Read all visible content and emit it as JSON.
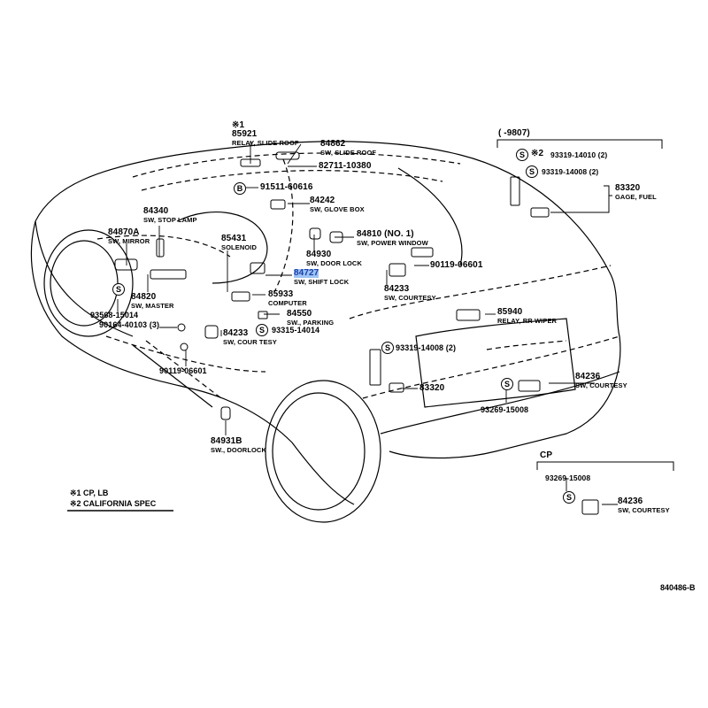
{
  "figure_id": "840486-B",
  "legend": {
    "note1": "※1 CP, LB",
    "note2": "※2 CALIFORNIA SPEC"
  },
  "selected_part": "84727",
  "insets": {
    "fuel_gage": {
      "range_label": "(       -9807)",
      "parts": [
        {
          "symbol": "S",
          "mark": "※2",
          "number": "93319-14010 (2)"
        },
        {
          "symbol": "S",
          "number": "93319-14008 (2)"
        },
        {
          "number": "83320",
          "desc": "GAGE, FUEL"
        }
      ]
    },
    "cp": {
      "title": "CP",
      "parts": [
        {
          "number": "93269-15008"
        },
        {
          "number": "84236",
          "desc": "SW, COURTESY"
        }
      ]
    }
  },
  "parts": [
    {
      "id": "85921",
      "mark": "※1",
      "number": "85921",
      "desc": "RELAY, SLIDE ROOF"
    },
    {
      "id": "84862",
      "number": "84862",
      "desc": "SW, SLIDE ROOF"
    },
    {
      "id": "82711-10380",
      "number": "82711-10380"
    },
    {
      "id": "91511-60616",
      "symbol": "B",
      "number": "91511-60616"
    },
    {
      "id": "84242",
      "number": "84242",
      "desc": "SW, GLOVE BOX"
    },
    {
      "id": "84340",
      "number": "84340",
      "desc": "SW, STOP LAMP"
    },
    {
      "id": "84870A",
      "number": "84870A",
      "desc": "SW, MIRROR"
    },
    {
      "id": "85431",
      "number": "85431",
      "desc": "SOLENOID"
    },
    {
      "id": "84810",
      "number": "84810 (NO. 1)",
      "desc": "SW, POWER WINDOW"
    },
    {
      "id": "84930",
      "number": "84930",
      "desc": "SW, DOOR LOCK"
    },
    {
      "id": "90119-06601a",
      "number": "90119-06601"
    },
    {
      "id": "84727",
      "number": "84727",
      "desc": "SW, SHIFT LOCK"
    },
    {
      "id": "84233a",
      "number": "84233",
      "desc": "SW, COURTESY"
    },
    {
      "id": "84820",
      "number": "84820",
      "desc": "SW, MASTER"
    },
    {
      "id": "93568-15014",
      "symbol": "S",
      "number": "93568-15014"
    },
    {
      "id": "90164-40103",
      "number": "90164-40103 (3)"
    },
    {
      "id": "85933",
      "number": "85933",
      "desc": "COMPUTER"
    },
    {
      "id": "84550",
      "number": "84550",
      "desc": "SW., PARKING"
    },
    {
      "id": "93315-14014",
      "symbol": "S",
      "number": "93315-14014"
    },
    {
      "id": "84233b",
      "number": "84233",
      "desc": "SW, COUR TESY"
    },
    {
      "id": "90119-06601b",
      "number": "90119-06601"
    },
    {
      "id": "85940",
      "number": "85940",
      "desc": "RELAY, RR WIPER"
    },
    {
      "id": "93319-14008",
      "symbol": "S",
      "number": "93319-14008 (2)"
    },
    {
      "id": "83320",
      "number": "83320"
    },
    {
      "id": "84236",
      "number": "84236",
      "desc": "SW, COURTESY"
    },
    {
      "id": "93269-15008",
      "symbol": "S",
      "number": "93269-15008"
    },
    {
      "id": "84931B",
      "number": "84931B",
      "desc": "SW., DOORLOCK"
    }
  ]
}
